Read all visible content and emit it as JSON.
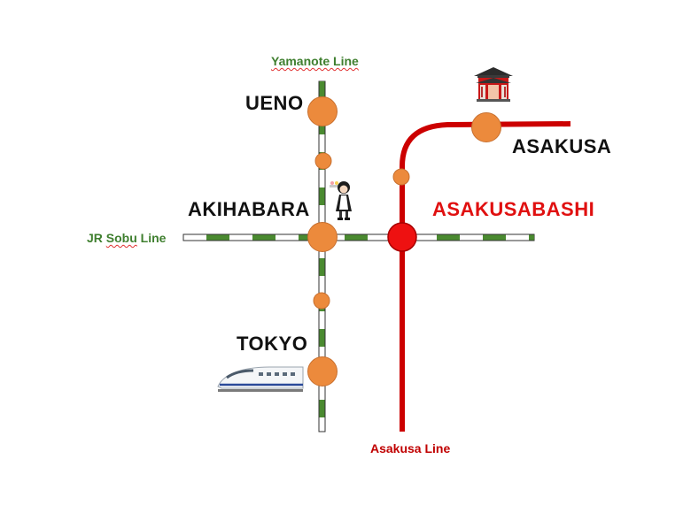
{
  "lines": {
    "yamanote": {
      "label": "Yamanote Line",
      "color": "#4a8a30",
      "pattern": "green-white dashed"
    },
    "sobu": {
      "label_prefix": "JR ",
      "label_spell": "Sobu",
      "label_suffix": " Line",
      "color": "#4a8a30",
      "pattern": "green-white dashed"
    },
    "asakusa": {
      "label": "Asakusa Line",
      "color": "#cc0000"
    }
  },
  "stations": {
    "ueno": "UENO",
    "akihabara": "AKIHABARA",
    "tokyo": "TOKYO",
    "asakusa": "ASAKUSA",
    "asakusabashi": "ASAKUSABASHI"
  },
  "colors": {
    "station_node": "#ec8a3c",
    "highlight_node": "#ee1111",
    "highlight_text": "#e01010"
  },
  "icons": [
    "kaminarimon-gate-icon",
    "maid-figure-icon",
    "shinkansen-train-icon"
  ]
}
